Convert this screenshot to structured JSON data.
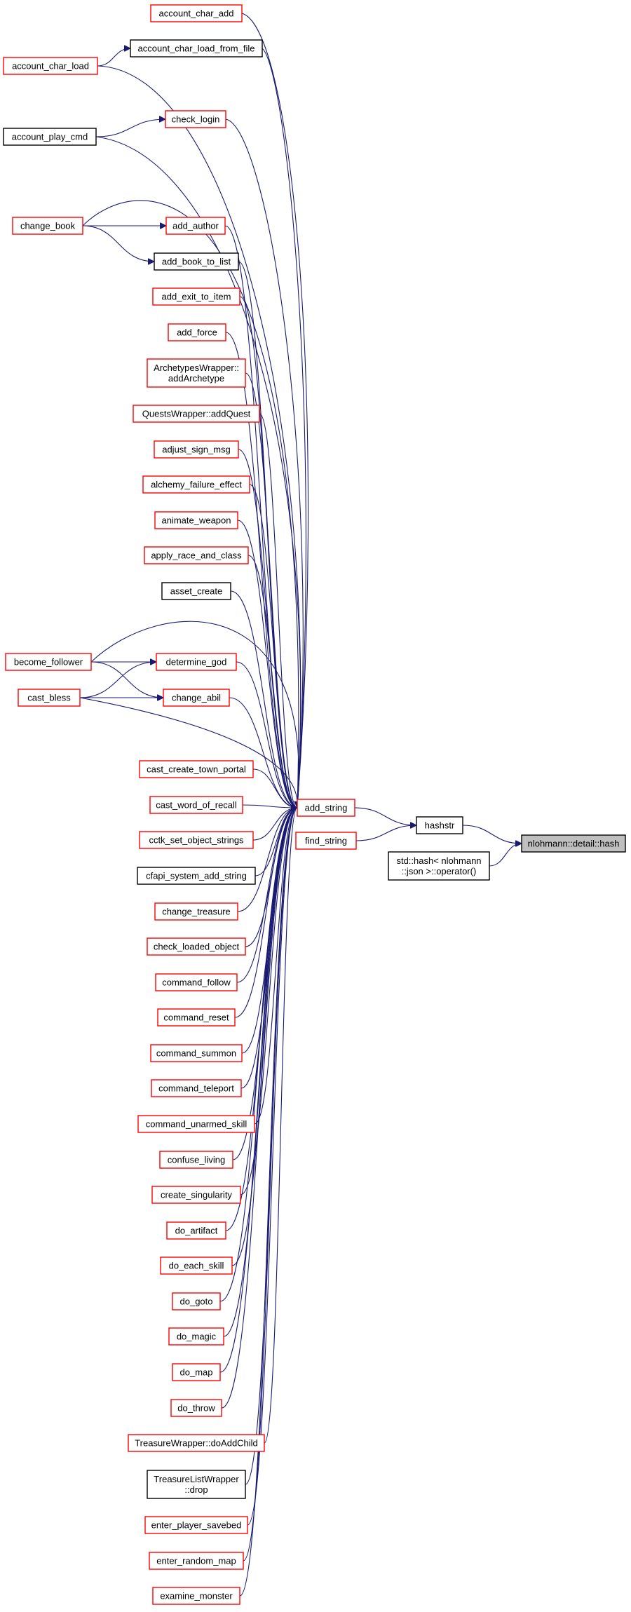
{
  "diagram": {
    "kind": "doxygen-caller-graph",
    "colors": {
      "edge": "#191970",
      "node_border_red": "#ff0000",
      "node_border_black": "#000000",
      "root_fill": "#bfbfbf"
    },
    "nodes": [
      {
        "id": "hash",
        "lines": [
          "nlohmann::detail::hash"
        ],
        "style": "root"
      },
      {
        "id": "hashstr",
        "lines": [
          "hashstr"
        ],
        "style": "black"
      },
      {
        "id": "stdhash",
        "lines": [
          "std::hash< nlohmann",
          "::json >::operator()"
        ],
        "style": "black"
      },
      {
        "id": "add_string",
        "lines": [
          "add_string"
        ],
        "style": "red"
      },
      {
        "id": "find_string",
        "lines": [
          "find_string"
        ],
        "style": "red"
      },
      {
        "id": "account_char_add",
        "lines": [
          "account_char_add"
        ],
        "style": "red"
      },
      {
        "id": "account_char_load_from_file",
        "lines": [
          "account_char_load_from_file"
        ],
        "style": "black"
      },
      {
        "id": "account_char_load",
        "lines": [
          "account_char_load"
        ],
        "style": "red"
      },
      {
        "id": "check_login",
        "lines": [
          "check_login"
        ],
        "style": "red"
      },
      {
        "id": "account_play_cmd",
        "lines": [
          "account_play_cmd"
        ],
        "style": "black"
      },
      {
        "id": "change_book",
        "lines": [
          "change_book"
        ],
        "style": "red"
      },
      {
        "id": "add_author",
        "lines": [
          "add_author"
        ],
        "style": "red"
      },
      {
        "id": "add_book_to_list",
        "lines": [
          "add_book_to_list"
        ],
        "style": "black"
      },
      {
        "id": "add_exit_to_item",
        "lines": [
          "add_exit_to_item"
        ],
        "style": "red"
      },
      {
        "id": "add_force",
        "lines": [
          "add_force"
        ],
        "style": "red"
      },
      {
        "id": "archetypes_wrapper",
        "lines": [
          "ArchetypesWrapper::",
          "addArchetype"
        ],
        "style": "red"
      },
      {
        "id": "quests_wrapper",
        "lines": [
          "QuestsWrapper::addQuest"
        ],
        "style": "red"
      },
      {
        "id": "adjust_sign_msg",
        "lines": [
          "adjust_sign_msg"
        ],
        "style": "red"
      },
      {
        "id": "alchemy_failure_effect",
        "lines": [
          "alchemy_failure_effect"
        ],
        "style": "red"
      },
      {
        "id": "animate_weapon",
        "lines": [
          "animate_weapon"
        ],
        "style": "red"
      },
      {
        "id": "apply_race_and_class",
        "lines": [
          "apply_race_and_class"
        ],
        "style": "red"
      },
      {
        "id": "asset_create",
        "lines": [
          "asset_create"
        ],
        "style": "black"
      },
      {
        "id": "become_follower",
        "lines": [
          "become_follower"
        ],
        "style": "red"
      },
      {
        "id": "determine_god",
        "lines": [
          "determine_god"
        ],
        "style": "red"
      },
      {
        "id": "cast_bless",
        "lines": [
          "cast_bless"
        ],
        "style": "red"
      },
      {
        "id": "change_abil",
        "lines": [
          "change_abil"
        ],
        "style": "red"
      },
      {
        "id": "cast_create_town_portal",
        "lines": [
          "cast_create_town_portal"
        ],
        "style": "red"
      },
      {
        "id": "cast_word_of_recall",
        "lines": [
          "cast_word_of_recall"
        ],
        "style": "red"
      },
      {
        "id": "cctk_set_object_strings",
        "lines": [
          "cctk_set_object_strings"
        ],
        "style": "red"
      },
      {
        "id": "cfapi_system_add_string",
        "lines": [
          "cfapi_system_add_string"
        ],
        "style": "black"
      },
      {
        "id": "change_treasure",
        "lines": [
          "change_treasure"
        ],
        "style": "red"
      },
      {
        "id": "check_loaded_object",
        "lines": [
          "check_loaded_object"
        ],
        "style": "red"
      },
      {
        "id": "command_follow",
        "lines": [
          "command_follow"
        ],
        "style": "red"
      },
      {
        "id": "command_reset",
        "lines": [
          "command_reset"
        ],
        "style": "red"
      },
      {
        "id": "command_summon",
        "lines": [
          "command_summon"
        ],
        "style": "red"
      },
      {
        "id": "command_teleport",
        "lines": [
          "command_teleport"
        ],
        "style": "red"
      },
      {
        "id": "command_unarmed_skill",
        "lines": [
          "command_unarmed_skill"
        ],
        "style": "red"
      },
      {
        "id": "confuse_living",
        "lines": [
          "confuse_living"
        ],
        "style": "red"
      },
      {
        "id": "create_singularity",
        "lines": [
          "create_singularity"
        ],
        "style": "red"
      },
      {
        "id": "do_artifact",
        "lines": [
          "do_artifact"
        ],
        "style": "red"
      },
      {
        "id": "do_each_skill",
        "lines": [
          "do_each_skill"
        ],
        "style": "red"
      },
      {
        "id": "do_goto",
        "lines": [
          "do_goto"
        ],
        "style": "red"
      },
      {
        "id": "do_magic",
        "lines": [
          "do_magic"
        ],
        "style": "red"
      },
      {
        "id": "do_map",
        "lines": [
          "do_map"
        ],
        "style": "red"
      },
      {
        "id": "do_throw",
        "lines": [
          "do_throw"
        ],
        "style": "red"
      },
      {
        "id": "treasure_wrapper",
        "lines": [
          "TreasureWrapper::doAddChild"
        ],
        "style": "red"
      },
      {
        "id": "treasurelist_wrapper",
        "lines": [
          "TreasureListWrapper",
          "::drop"
        ],
        "style": "black"
      },
      {
        "id": "enter_player_savebed",
        "lines": [
          "enter_player_savebed"
        ],
        "style": "red"
      },
      {
        "id": "enter_random_map",
        "lines": [
          "enter_random_map"
        ],
        "style": "red"
      },
      {
        "id": "examine_monster",
        "lines": [
          "examine_monster"
        ],
        "style": "red"
      }
    ],
    "edges": [
      {
        "from": "hashstr",
        "to": "hash"
      },
      {
        "from": "stdhash",
        "to": "hash"
      },
      {
        "from": "add_string",
        "to": "hashstr"
      },
      {
        "from": "find_string",
        "to": "hashstr"
      },
      {
        "from": "account_char_add",
        "to": "add_string"
      },
      {
        "from": "account_char_load_from_file",
        "to": "add_string"
      },
      {
        "from": "account_char_load",
        "to": "account_char_load_from_file"
      },
      {
        "from": "account_char_load",
        "to": "add_string"
      },
      {
        "from": "check_login",
        "to": "add_string"
      },
      {
        "from": "account_play_cmd",
        "to": "check_login"
      },
      {
        "from": "account_play_cmd",
        "to": "add_string"
      },
      {
        "from": "change_book",
        "to": "add_author"
      },
      {
        "from": "change_book",
        "to": "add_book_to_list"
      },
      {
        "from": "change_book",
        "to": "add_string"
      },
      {
        "from": "add_author",
        "to": "add_string"
      },
      {
        "from": "add_book_to_list",
        "to": "add_string"
      },
      {
        "from": "add_exit_to_item",
        "to": "add_string"
      },
      {
        "from": "add_force",
        "to": "add_string"
      },
      {
        "from": "archetypes_wrapper",
        "to": "add_string"
      },
      {
        "from": "quests_wrapper",
        "to": "add_string"
      },
      {
        "from": "adjust_sign_msg",
        "to": "add_string"
      },
      {
        "from": "alchemy_failure_effect",
        "to": "add_string"
      },
      {
        "from": "animate_weapon",
        "to": "add_string"
      },
      {
        "from": "apply_race_and_class",
        "to": "add_string"
      },
      {
        "from": "asset_create",
        "to": "add_string"
      },
      {
        "from": "become_follower",
        "to": "determine_god"
      },
      {
        "from": "become_follower",
        "to": "change_abil"
      },
      {
        "from": "become_follower",
        "to": "add_string"
      },
      {
        "from": "cast_bless",
        "to": "determine_god"
      },
      {
        "from": "cast_bless",
        "to": "change_abil"
      },
      {
        "from": "cast_bless",
        "to": "add_string"
      },
      {
        "from": "determine_god",
        "to": "add_string"
      },
      {
        "from": "change_abil",
        "to": "add_string"
      },
      {
        "from": "cast_create_town_portal",
        "to": "add_string"
      },
      {
        "from": "cast_word_of_recall",
        "to": "add_string"
      },
      {
        "from": "cctk_set_object_strings",
        "to": "add_string"
      },
      {
        "from": "cfapi_system_add_string",
        "to": "add_string"
      },
      {
        "from": "change_treasure",
        "to": "add_string"
      },
      {
        "from": "check_loaded_object",
        "to": "add_string"
      },
      {
        "from": "command_follow",
        "to": "add_string"
      },
      {
        "from": "command_reset",
        "to": "add_string"
      },
      {
        "from": "command_summon",
        "to": "add_string"
      },
      {
        "from": "command_teleport",
        "to": "add_string"
      },
      {
        "from": "command_unarmed_skill",
        "to": "add_string"
      },
      {
        "from": "confuse_living",
        "to": "add_string"
      },
      {
        "from": "create_singularity",
        "to": "add_string"
      },
      {
        "from": "do_artifact",
        "to": "add_string"
      },
      {
        "from": "do_each_skill",
        "to": "add_string"
      },
      {
        "from": "do_goto",
        "to": "add_string"
      },
      {
        "from": "do_magic",
        "to": "add_string"
      },
      {
        "from": "do_map",
        "to": "add_string"
      },
      {
        "from": "do_throw",
        "to": "add_string"
      },
      {
        "from": "treasure_wrapper",
        "to": "add_string"
      },
      {
        "from": "treasurelist_wrapper",
        "to": "add_string"
      },
      {
        "from": "enter_player_savebed",
        "to": "add_string"
      },
      {
        "from": "enter_random_map",
        "to": "add_string"
      },
      {
        "from": "examine_monster",
        "to": "add_string"
      }
    ]
  }
}
